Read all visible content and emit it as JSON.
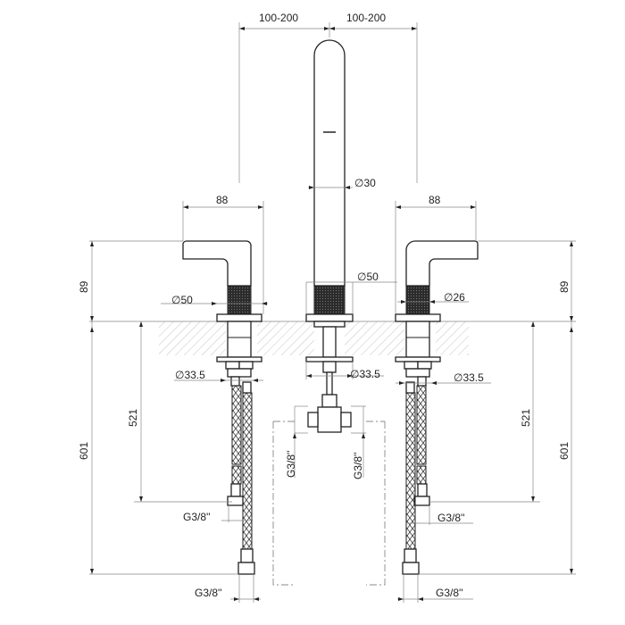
{
  "dimensions": {
    "spout_offset_left": "100-200",
    "spout_offset_right": "100-200",
    "spout_diameter": "∅30",
    "handle_width_left": "88",
    "handle_width_right": "88",
    "handle_height_left": "89",
    "handle_height_right": "89",
    "left_base_diameter": "∅50",
    "spout_base_diameter": "∅50",
    "right_knurl_diameter": "∅26",
    "left_hole_diameter": "∅33.5",
    "center_hole_diameter": "∅33.5",
    "right_hole_diameter": "∅33.5",
    "left_depth_short": "521",
    "left_depth_long": "601",
    "right_depth_short": "521",
    "right_depth_long": "601",
    "thread_left_mid": "G3/8''",
    "thread_left_bottom": "G3/8''",
    "thread_center_left": "G3/8''",
    "thread_center_right": "G3/8''",
    "thread_right_mid": "G3/8''",
    "thread_right_bottom": "G3/8''"
  }
}
